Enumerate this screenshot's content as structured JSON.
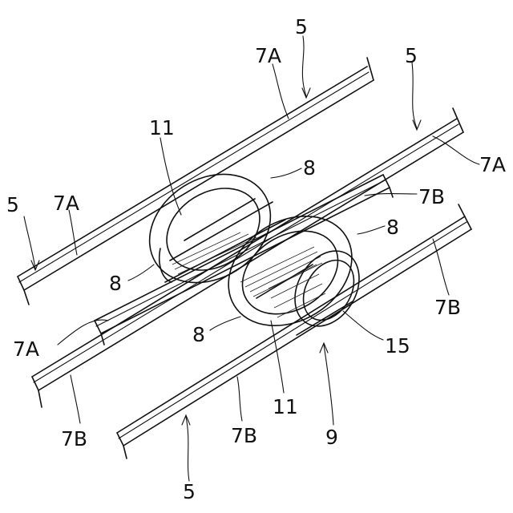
{
  "figure": {
    "labels": {
      "l5_top": "5",
      "l5_topright": "5",
      "l5_left": "5",
      "l5_bottom": "5",
      "l7A_top": "7A",
      "l7A_right": "7A",
      "l7A_left": "7A",
      "l7A_lower": "7A",
      "l7B_right_upper": "7B",
      "l7B_right_lower": "7B",
      "l7B_lower_left": "7B",
      "l7B_bottom": "7B",
      "l8_top": "8",
      "l8_right": "8",
      "l8_left": "8",
      "l8_lower": "8",
      "l11_top": "11",
      "l11_bottom": "11",
      "l15": "15",
      "l9": "9"
    }
  }
}
